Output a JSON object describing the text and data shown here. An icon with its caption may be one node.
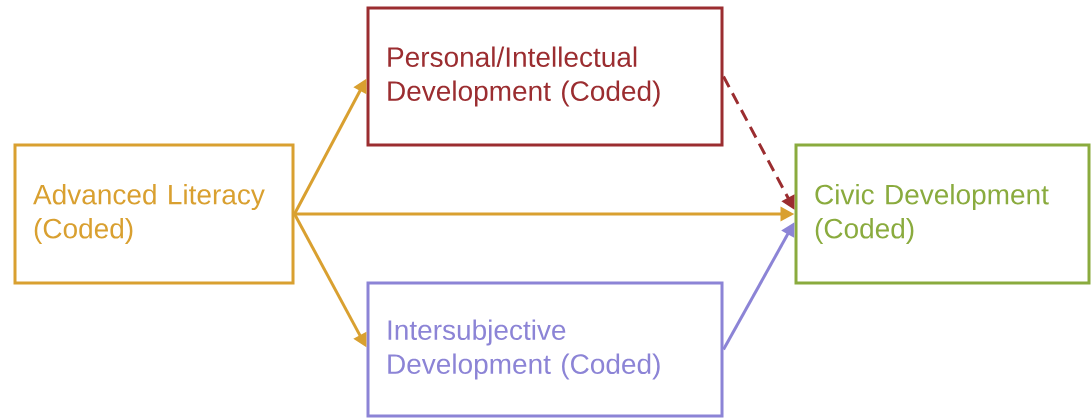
{
  "diagram": {
    "nodes": [
      {
        "text": [
          "Advanced Literacy (Coded)"
        ]
      },
      {
        "text": [
          "Personal/Intellectual Development (Coded)"
        ]
      },
      {
        "text": [
          "Intersubjective Development (Coded)"
        ]
      },
      {
        "text": [
          "Civic Development (Coded)"
        ]
      }
    ],
    "edges": [
      {
        "from": 0,
        "to": 1,
        "arrow": "to"
      },
      {
        "from": 0,
        "to": 3,
        "arrow": "to"
      },
      {
        "from": 0,
        "to": 2,
        "arrow": "to"
      },
      {
        "from": 1,
        "to": 3,
        "arrow": "to",
        "style": "dashed",
        "color": "#9b2d30"
      },
      {
        "from": 2,
        "to": 3,
        "arrow": "to",
        "color": "#8c84d6"
      }
    ]
  }
}
